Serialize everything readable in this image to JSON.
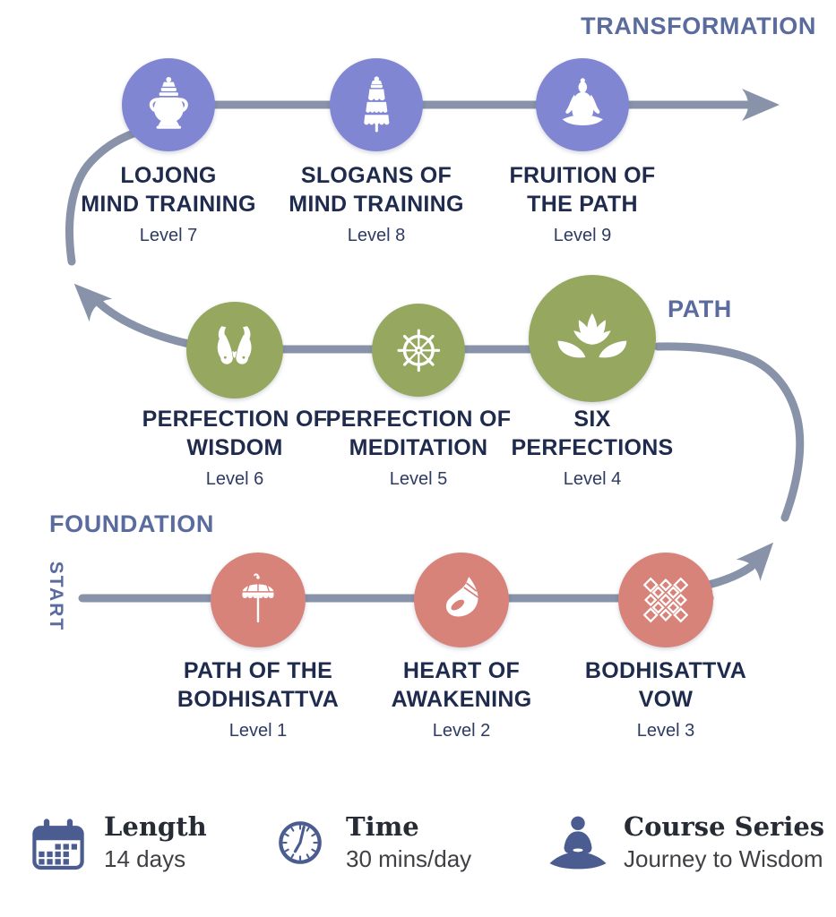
{
  "sections": {
    "transformation": "TRANSFORMATION",
    "path": "PATH",
    "foundation": "FOUNDATION",
    "start": "START"
  },
  "rows": [
    {
      "section": "TRANSFORMATION",
      "circle_color": "#8186d3",
      "nodes": [
        {
          "title1": "LOJONG",
          "title2": "MIND TRAINING",
          "level": "Level 7",
          "icon": "treasure-vase-icon"
        },
        {
          "title1": "SLOGANS OF",
          "title2": "MIND TRAINING",
          "level": "Level 8",
          "icon": "victory-banner-icon"
        },
        {
          "title1": "FRUITION OF",
          "title2": "THE PATH",
          "level": "Level 9",
          "icon": "meditating-buddha-icon"
        }
      ]
    },
    {
      "section": "PATH",
      "circle_color": "#96a75f",
      "nodes": [
        {
          "title1": "PERFECTION OF",
          "title2": "WISDOM",
          "level": "Level 6",
          "icon": "golden-fishes-icon"
        },
        {
          "title1": "PERFECTION OF",
          "title2": "MEDITATION",
          "level": "Level 5",
          "icon": "dharma-wheel-icon"
        },
        {
          "title1": "SIX",
          "title2": "PERFECTIONS",
          "level": "Level 4",
          "icon": "lotus-icon"
        }
      ]
    },
    {
      "section": "FOUNDATION",
      "circle_color": "#d8837a",
      "nodes": [
        {
          "title1": "PATH OF THE",
          "title2": "BODHISATTVA",
          "level": "Level 1",
          "icon": "parasol-icon"
        },
        {
          "title1": "HEART OF",
          "title2": "AWAKENING",
          "level": "Level 2",
          "icon": "conch-shell-icon"
        },
        {
          "title1": "BODHISATTVA",
          "title2": "VOW",
          "level": "Level 3",
          "icon": "endless-knot-icon"
        }
      ]
    }
  ],
  "info": [
    {
      "label": "Length",
      "value": "14 days",
      "icon": "calendar-icon"
    },
    {
      "label": "Time",
      "value": "30 mins/day",
      "icon": "clock-icon"
    },
    {
      "label": "Course Series",
      "value": "Journey to Wisdom",
      "icon": "meditator-icon"
    }
  ],
  "palette": {
    "transformation_circle": "#8186d3",
    "path_circle": "#96a75f",
    "foundation_circle": "#d8837a",
    "connector_line": "#8893a9",
    "section_heading_text": "#5a6b9e",
    "node_title_text": "#1f2b4d",
    "info_icon_blue": "#4a5c90"
  }
}
